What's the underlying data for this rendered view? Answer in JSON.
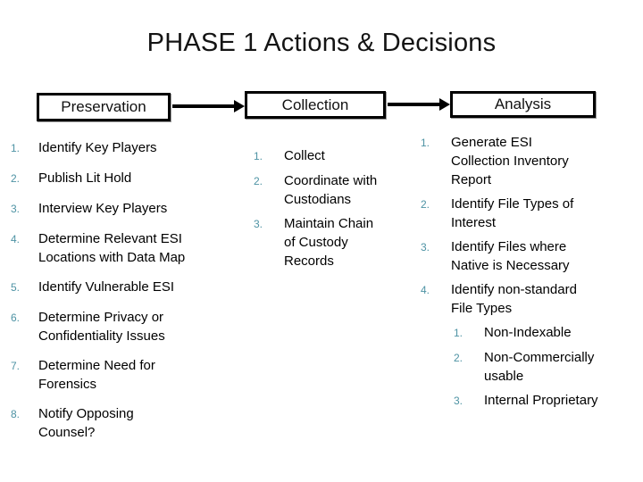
{
  "slide": {
    "title": "PHASE 1 Actions & Decisions",
    "colors": {
      "number_accent": "#4E93A4",
      "text": "#000000",
      "box_border": "#000000",
      "background": "#FFFFFF"
    },
    "columns": [
      {
        "header": "Preservation",
        "items": [
          {
            "num": "1.",
            "text": "Identify Key Players"
          },
          {
            "num": "2.",
            "text": "Publish Lit Hold"
          },
          {
            "num": "3.",
            "text": "Interview Key Players"
          },
          {
            "num": "4.",
            "text": "Determine Relevant ESI\nLocations with Data Map"
          },
          {
            "num": "5.",
            "text": "Identify Vulnerable ESI"
          },
          {
            "num": "6.",
            "text": "Determine Privacy or\nConfidentiality Issues"
          },
          {
            "num": "7.",
            "text": "Determine Need for\nForensics"
          },
          {
            "num": "8.",
            "text": "Notify Opposing\nCounsel?"
          }
        ]
      },
      {
        "header": "Collection",
        "items": [
          {
            "num": "1.",
            "text": "Collect"
          },
          {
            "num": "2.",
            "text": "Coordinate with\nCustodians"
          },
          {
            "num": "3.",
            "text": "Maintain Chain\nof Custody\nRecords"
          }
        ]
      },
      {
        "header": "Analysis",
        "items": [
          {
            "num": "1.",
            "text": "Generate ESI\nCollection Inventory\nReport"
          },
          {
            "num": "2.",
            "text": "Identify File Types of\nInterest"
          },
          {
            "num": "3.",
            "text": "Identify Files where\nNative is Necessary"
          },
          {
            "num": "4.",
            "text": "Identify non-standard\nFile Types"
          }
        ],
        "subitems": [
          {
            "num": "1.",
            "text": "Non-Indexable"
          },
          {
            "num": "2.",
            "text": "Non-Commercially\nusable"
          },
          {
            "num": "3.",
            "text": "Internal Proprietary"
          }
        ]
      }
    ]
  }
}
